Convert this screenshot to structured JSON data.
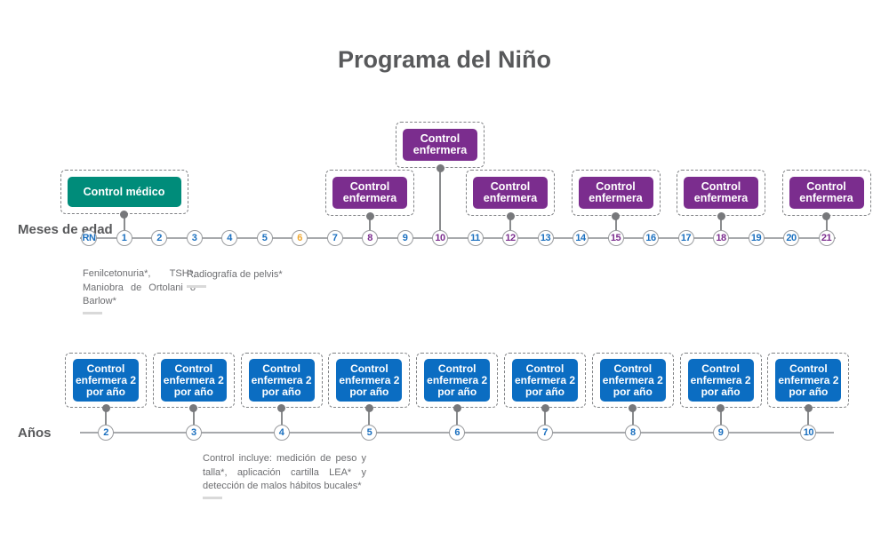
{
  "title": "Programa del Niño",
  "timeline_months": {
    "label": "Meses de edad",
    "markers": [
      {
        "label": "RN",
        "color": "#1a6fbf"
      },
      {
        "label": "1",
        "color": "#1a6fbf"
      },
      {
        "label": "2",
        "color": "#1a6fbf"
      },
      {
        "label": "3",
        "color": "#1a6fbf"
      },
      {
        "label": "4",
        "color": "#1a6fbf"
      },
      {
        "label": "5",
        "color": "#1a6fbf"
      },
      {
        "label": "6",
        "color": "#f0a830"
      },
      {
        "label": "7",
        "color": "#1a6fbf"
      },
      {
        "label": "8",
        "color": "#7b2d8e"
      },
      {
        "label": "9",
        "color": "#1a6fbf"
      },
      {
        "label": "10",
        "color": "#7b2d8e"
      },
      {
        "label": "11",
        "color": "#1a6fbf"
      },
      {
        "label": "12",
        "color": "#7b2d8e"
      },
      {
        "label": "13",
        "color": "#1a6fbf"
      },
      {
        "label": "14",
        "color": "#1a6fbf"
      },
      {
        "label": "15",
        "color": "#7b2d8e"
      },
      {
        "label": "16",
        "color": "#1a6fbf"
      },
      {
        "label": "17",
        "color": "#1a6fbf"
      },
      {
        "label": "18",
        "color": "#7b2d8e"
      },
      {
        "label": "19",
        "color": "#1a6fbf"
      },
      {
        "label": "20",
        "color": "#1a6fbf"
      },
      {
        "label": "21",
        "color": "#7b2d8e"
      }
    ],
    "events": [
      {
        "at": "1",
        "label": "Control médico",
        "color": "#008c7a",
        "raised": false
      },
      {
        "at": "8",
        "label": "Control enfermera",
        "color": "#7b2d8e",
        "raised": false
      },
      {
        "at": "10",
        "label": "Control enfermera",
        "color": "#7b2d8e",
        "raised": true
      },
      {
        "at": "12",
        "label": "Control enfermera",
        "color": "#7b2d8e",
        "raised": false
      },
      {
        "at": "15",
        "label": "Control enfermera",
        "color": "#7b2d8e",
        "raised": false
      },
      {
        "at": "18",
        "label": "Control enfermera",
        "color": "#7b2d8e",
        "raised": false
      },
      {
        "at": "21",
        "label": "Control enfermera",
        "color": "#7b2d8e",
        "raised": false
      }
    ],
    "notes": [
      {
        "at": "1",
        "text": "Fenilcetonuria*, TSH*, Maniobra de Ortolani o Barlow*"
      },
      {
        "at": "3",
        "text": "Radiografía de pelvis*"
      }
    ]
  },
  "timeline_years": {
    "label": "Años",
    "markers": [
      {
        "label": "2",
        "color": "#1a6fbf"
      },
      {
        "label": "3",
        "color": "#1a6fbf"
      },
      {
        "label": "4",
        "color": "#1a6fbf"
      },
      {
        "label": "5",
        "color": "#1a6fbf"
      },
      {
        "label": "6",
        "color": "#1a6fbf"
      },
      {
        "label": "7",
        "color": "#1a6fbf"
      },
      {
        "label": "8",
        "color": "#1a6fbf"
      },
      {
        "label": "9",
        "color": "#1a6fbf"
      },
      {
        "label": "10",
        "color": "#1a6fbf"
      }
    ],
    "events": [
      {
        "at": "2",
        "label": "Control enfermera 2 por año",
        "color": "#0b6dc2"
      },
      {
        "at": "3",
        "label": "Control enfermera 2 por año",
        "color": "#0b6dc2"
      },
      {
        "at": "4",
        "label": "Control enfermera 2 por año",
        "color": "#0b6dc2"
      },
      {
        "at": "5",
        "label": "Control enfermera 2 por año",
        "color": "#0b6dc2"
      },
      {
        "at": "6",
        "label": "Control enfermera 2 por año",
        "color": "#0b6dc2"
      },
      {
        "at": "7",
        "label": "Control enfermera 2 por año",
        "color": "#0b6dc2"
      },
      {
        "at": "8",
        "label": "Control enfermera 2 por año",
        "color": "#0b6dc2"
      },
      {
        "at": "9",
        "label": "Control enfermera 2 por año",
        "color": "#0b6dc2"
      },
      {
        "at": "10",
        "label": "Control enfermera 2 por año",
        "color": "#0b6dc2"
      }
    ],
    "notes": [
      {
        "at": "3",
        "text": "Control incluye: medición de peso y talla*, aplicación cartilla LEA* y detección de malos hábitos bucales*"
      }
    ]
  }
}
